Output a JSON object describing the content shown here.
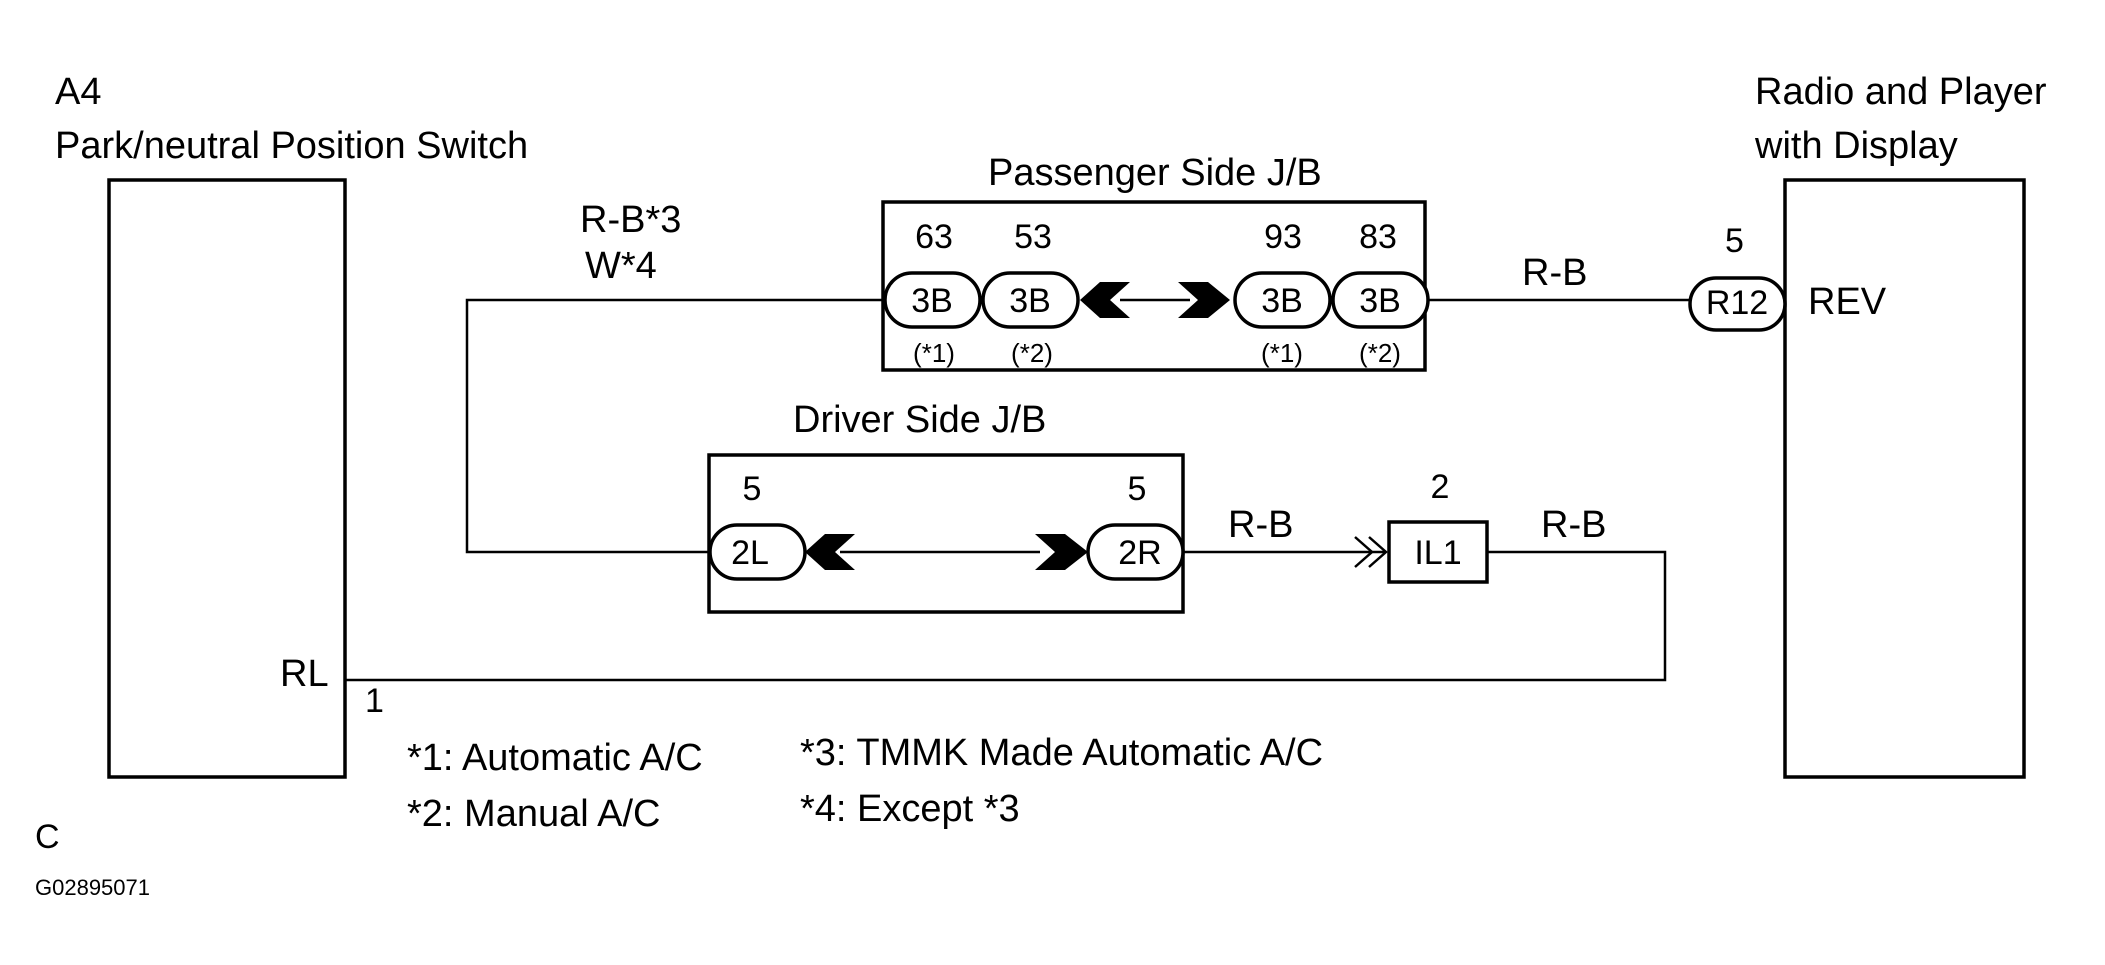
{
  "components": {
    "park_neutral_switch": {
      "code": "A4",
      "name": "Park/neutral Position Switch",
      "terminal_label": "RL",
      "pin": "1"
    },
    "radio": {
      "name_line1": "Radio and Player",
      "name_line2": "with Display",
      "terminal_label": "REV",
      "pin": "5",
      "connector": "R12"
    },
    "passenger_jb": {
      "name": "Passenger Side J/B",
      "pins": [
        "63",
        "53",
        "93",
        "83"
      ],
      "connector": "3B",
      "notes": [
        "(*1)",
        "(*2)",
        "(*1)",
        "(*2)"
      ]
    },
    "driver_jb": {
      "name": "Driver Side J/B",
      "left_pin": "5",
      "left_connector": "2L",
      "right_pin": "5",
      "right_connector": "2R"
    },
    "junction_il1": {
      "pin": "2",
      "connector": "IL1"
    }
  },
  "wires": {
    "w1_line1": "R-B*3",
    "w1_line2": "W*4",
    "w_to_radio": "R-B",
    "w_to_il1": "R-B",
    "w_from_il1": "R-B"
  },
  "notes": {
    "n1": "*1: Automatic A/C",
    "n2": "*2: Manual A/C",
    "n3": "*3: TMMK Made Automatic A/C",
    "n4": "*4: Except *3"
  },
  "footer": {
    "letter": "C",
    "code": "G02895071"
  }
}
